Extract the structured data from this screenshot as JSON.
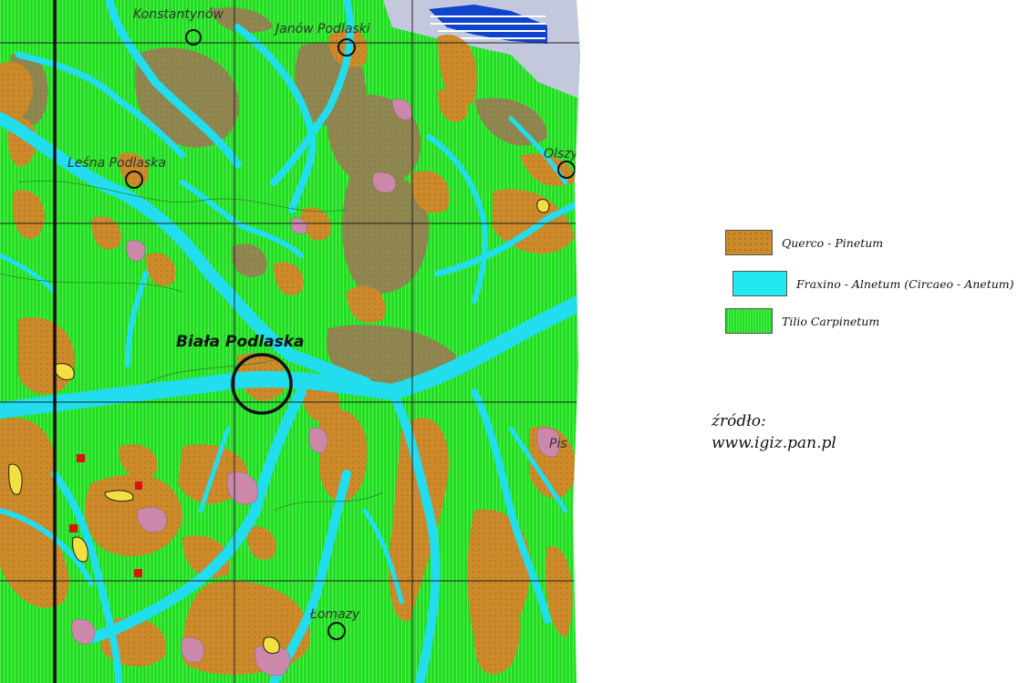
{
  "map": {
    "places": [
      {
        "id": "konstantynow",
        "label": "Konstantynów"
      },
      {
        "id": "janow-podlaski",
        "label": "Janów Podlaski"
      },
      {
        "id": "lesna-podlaska",
        "label": "Leśna Podlaska"
      },
      {
        "id": "olszyn",
        "label": "Olszy"
      },
      {
        "id": "biala-podlaska",
        "label": "Biała Podlaska"
      },
      {
        "id": "pis",
        "label": "Pis"
      },
      {
        "id": "lomazy",
        "label": "Łomazy"
      }
    ],
    "colors": {
      "tilio": "#22dd22",
      "fraxino": "#22ddee",
      "querco": "#cc8a2a",
      "olive": "#8f8650",
      "pink": "#cc88aa",
      "yellow": "#f2e040",
      "red": "#e01010",
      "blue_water": "#1144cc"
    }
  },
  "legend": {
    "items": [
      {
        "label": "Querco - Pinetum",
        "color": "#cc8a2a"
      },
      {
        "label": "Fraxino - Alnetum (Circaeo - Anetum)",
        "color": "#22e8f0"
      },
      {
        "label": "Tilio Carpinetum",
        "color": "#22dd22"
      }
    ]
  },
  "source": {
    "label": "źródło:",
    "url": "www.igiz.pan.pl"
  }
}
